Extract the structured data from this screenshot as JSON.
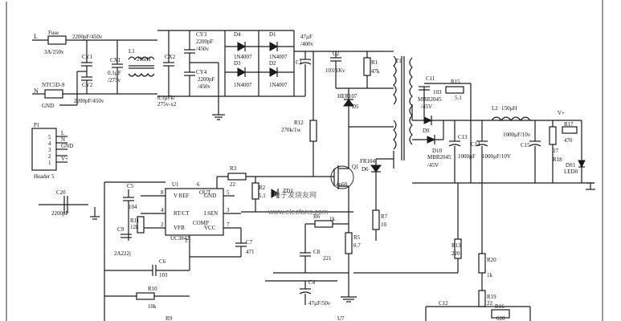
{
  "labels": {
    "L": "L",
    "N": "N",
    "GND_left": "GND",
    "fuse": "Fuse",
    "fuse_val": "3A/250v",
    "ntc": "NTC5D-9",
    "cy_top_val": "2200pF/450v",
    "cy_bot_val": "2200pF/450v",
    "cy1": "CY1",
    "cy2": "CY2",
    "cx1": "CX1",
    "cx1_val1": "0.1µF",
    "cx1_val2": "/275v",
    "l1": "L1",
    "l1_val": "20mH",
    "cx2": "CX2",
    "cx2_val1": "0.1µFk/",
    "cx2_val2": "275v-x2",
    "cy3": "CY3",
    "cy3_val1": "2200pF",
    "cy3_val2": "/450v",
    "cy4": "CY4",
    "cy4_val1": "2200pF",
    "cy4_val2": "/450v",
    "d1": "D1",
    "d2": "D2",
    "d3": "D3",
    "d4": "D4",
    "in4007_a": "1N4007",
    "in4007_b": "1N4007",
    "in4007_c": "1N4007",
    "in4007_d": "1N4007",
    "c1": "C1",
    "c1_val1": "47µF",
    "c1_val2": "/400v",
    "c2": "C2",
    "c2_val": "103/1Kv",
    "r1": "R1",
    "r1_val": "47k",
    "her107": "HER107",
    "d5": "D5",
    "t1": "T1",
    "r12": "R12",
    "r12_val": "270k/1w",
    "c11": "C11",
    "c11_val": "103",
    "r15": "R15",
    "r15_val": "5.1",
    "mbr1": "MBR2045",
    "mbr1_v": "/45V",
    "d9": "D9",
    "d10": "D10",
    "mbr2": "MBR2045",
    "mbr2_v": "/45V",
    "l2": "L2",
    "l2_val": "150µH",
    "vplus": "V+",
    "c13": "C13",
    "c13_val": "1000µF",
    "c14": "C14",
    "c14_val": "1000µF/10V",
    "c15": "C15",
    "c15_val": "1000µF/10v",
    "r17": "R17",
    "r17_val": "470",
    "r18": "R18",
    "r18_val": "27",
    "ds1": "DS1",
    "led0": "LED0",
    "p1": "P1",
    "p1_pins": [
      "5",
      "4",
      "3",
      "2",
      "1"
    ],
    "p1_nets": [
      "L",
      "N",
      "GND",
      "V+"
    ],
    "header": "Header 5",
    "c20": "C20",
    "c20_val": "2200pF",
    "c5": "C5",
    "c5_val": "104",
    "r11": "R11",
    "r11_val": "12k",
    "c9": "C9",
    "c9_val": "2A222j",
    "u1": "U1",
    "uc": "UC3842",
    "pin_vref": "V REF",
    "pin_rtct": "RT/CT",
    "pin_vfb": "VFB",
    "pin_gnd": "GND",
    "pin_out": "OUT",
    "pin_isen": "I SEN",
    "pin_comp": "COMP",
    "pin_vcc": "VCC",
    "pin_nums": [
      "8",
      "4",
      "2",
      "6",
      "5",
      "3",
      "7",
      "1"
    ],
    "r3": "R3",
    "r3_val": "22",
    "r2": "R2",
    "r2_val": "5.1",
    "zd": "ZD1",
    "q1": "Q1",
    "q1_type": "4n60",
    "fr104": "FR104",
    "d6": "D6",
    "r6": "R6",
    "r6_val": "1k",
    "r7": "R7",
    "r7_val": "10",
    "r5": "R5",
    "r5_val": "0.7",
    "c8": "C8",
    "c8_val": "221",
    "c7": "C7",
    "c7_val": "471",
    "c6": "C6",
    "c6_val": "103",
    "r10": "R10",
    "r10_val": "10k",
    "c4": "C4",
    "c4_val": "47µF/50v",
    "r13": "R13",
    "r13_val": "220",
    "r20": "R20",
    "r20_val": "1k",
    "r19": "R19",
    "r19_val": "22",
    "r16": "R16",
    "r16_val": "620",
    "c12": "C12",
    "u7": "U7",
    "r9": "R9"
  },
  "watermark": {
    "cn": "电子发烧友网",
    "url": "www.elecfans.com"
  }
}
